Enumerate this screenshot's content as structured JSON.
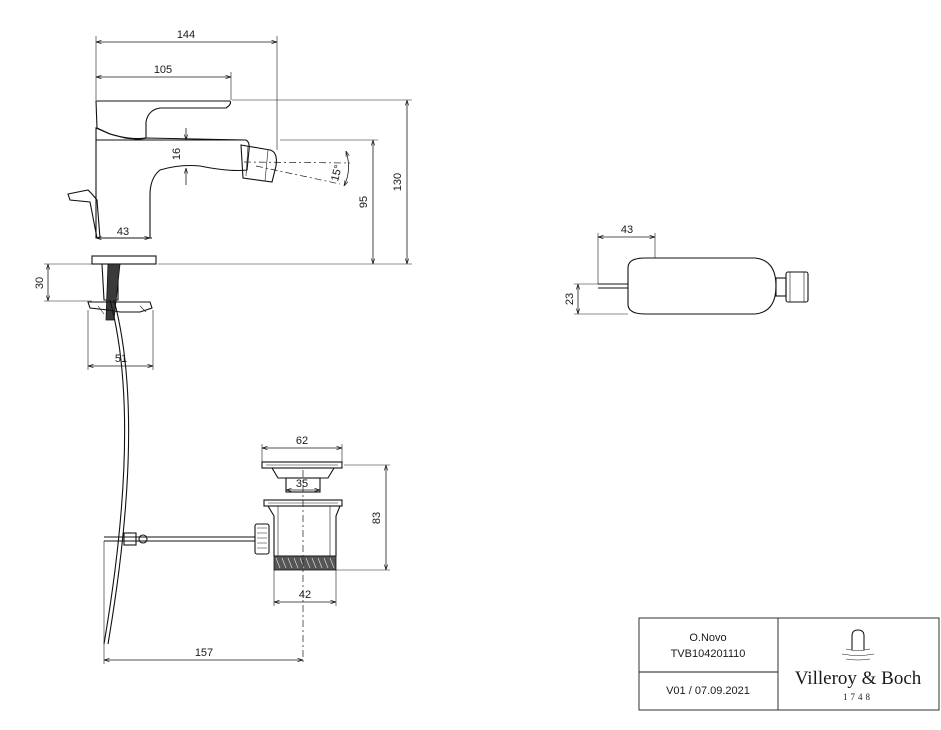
{
  "dimensions": {
    "total_length": "144",
    "handle_length": "105",
    "spout_height": "16",
    "angle": "15°",
    "outlet_height": "95",
    "total_height": "130",
    "base_width": "43",
    "mount_thickness": "30",
    "mount_width": "51",
    "top_width": "43",
    "top_height": "23",
    "waste_flange": "62",
    "waste_inner": "35",
    "waste_height": "83",
    "waste_thread": "42",
    "rod_length": "157"
  },
  "title_block": {
    "product_name": "O.Novo",
    "article_number": "TVB104201110",
    "version": "V01 / 07.09.2021",
    "brand_name": "Villeroy & Boch",
    "brand_year": "1748"
  }
}
